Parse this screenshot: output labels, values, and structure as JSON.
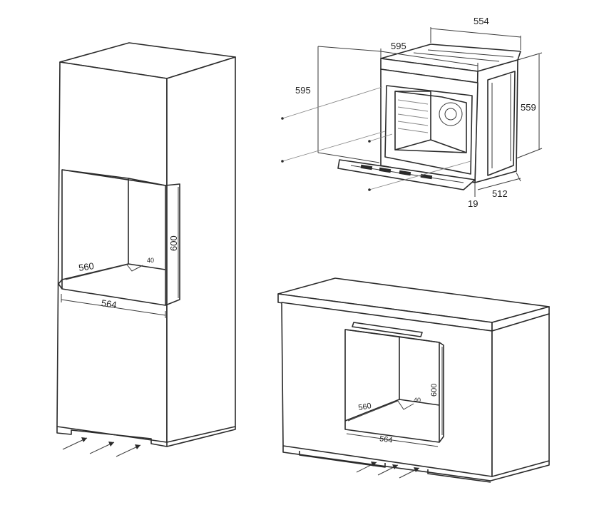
{
  "oven": {
    "dims": {
      "depth_total": "554",
      "width": "595",
      "height_front": "595",
      "height_side": "559",
      "body_depth": "512",
      "door_thickness": "19"
    }
  },
  "tall_cabinet": {
    "dims": {
      "niche_width_top": "560",
      "niche_width_front": "564",
      "niche_height": "600",
      "vent_gap": "40"
    }
  },
  "base_cabinet": {
    "dims": {
      "niche_width_top": "560",
      "niche_width_front": "564",
      "niche_height": "600",
      "vent_gap": "40"
    }
  },
  "colors": {
    "line": "#2a2a2a",
    "background": "#ffffff"
  }
}
